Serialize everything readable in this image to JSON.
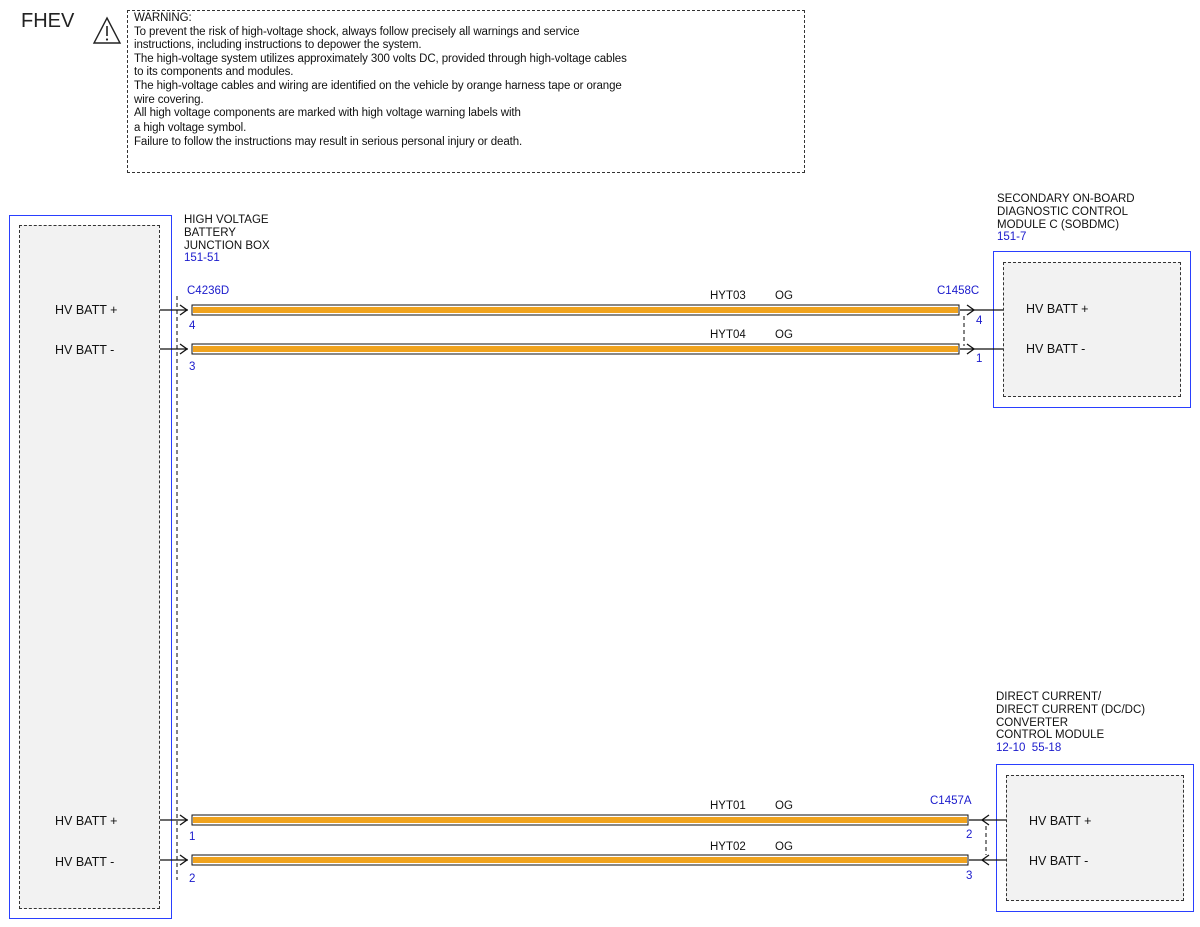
{
  "vehicle_tag": "FHEV",
  "warning": {
    "title": "WARNING:",
    "lines": [
      "To prevent the risk of high-voltage shock, always follow precisely all warnings and service",
      "instructions, including instructions to depower the system.",
      "The high-voltage system utilizes approximately 300 volts DC, provided through high-voltage cables",
      "to its components and modules.",
      "The high-voltage cables and wiring are identified on the vehicle by orange harness tape or orange",
      "wire covering.",
      "All high voltage components are marked with high voltage warning labels with",
      "a high voltage symbol.",
      "Failure to follow the instructions may result in serious personal injury or death."
    ]
  },
  "left_module": {
    "name_lines": [
      "HIGH VOLTAGE",
      "BATTERY",
      "JUNCTION BOX"
    ],
    "ref": "151-51",
    "pins": [
      "HV BATT +",
      "HV BATT -",
      "HV BATT +",
      "HV BATT -"
    ]
  },
  "top_right_module": {
    "name_lines": [
      "SECONDARY ON-BOARD",
      "DIAGNOSTIC CONTROL",
      "MODULE C (SOBDMC)"
    ],
    "ref": "151-7",
    "pins": [
      "HV BATT +",
      "HV BATT -"
    ]
  },
  "bottom_right_module": {
    "name_lines": [
      "DIRECT CURRENT/",
      "DIRECT CURRENT (DC/DC)",
      "CONVERTER",
      "CONTROL MODULE"
    ],
    "ref": "12-10  55-18",
    "pins": [
      "HV BATT +",
      "HV BATT -"
    ]
  },
  "connectors": {
    "left": "C4236D",
    "top_right": "C1458C",
    "bottom_right": "C1457A"
  },
  "wires": [
    {
      "circuit": "HYT03",
      "color_code": "OG",
      "left_pin": "4",
      "right_pin": "4"
    },
    {
      "circuit": "HYT04",
      "color_code": "OG",
      "left_pin": "3",
      "right_pin": "1"
    },
    {
      "circuit": "HYT01",
      "color_code": "OG",
      "left_pin": "1",
      "right_pin": "2"
    },
    {
      "circuit": "HYT02",
      "color_code": "OG",
      "left_pin": "2",
      "right_pin": "3"
    }
  ],
  "colors": {
    "wire_orange": "#f0a31e",
    "module_border": "#2a3fff",
    "reference_blue": "#1a1acc"
  }
}
